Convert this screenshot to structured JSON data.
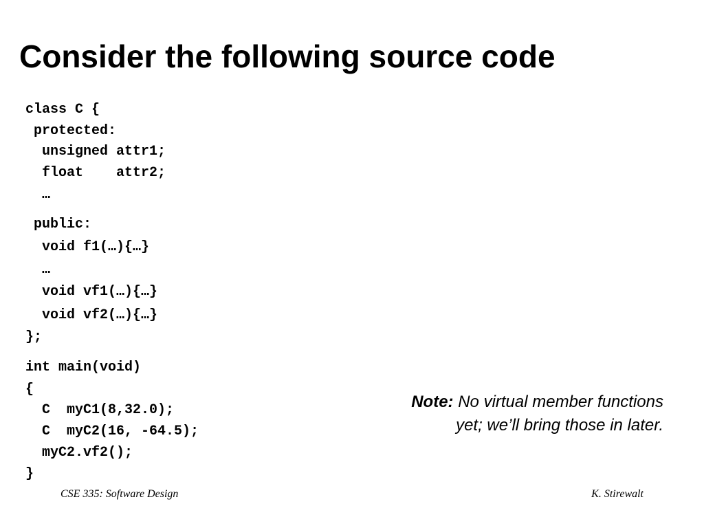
{
  "slide": {
    "title": "Consider the following source code"
  },
  "code": {
    "lines": [
      "class C {",
      " protected:",
      "  unsigned attr1;",
      "  float    attr2;",
      "  …",
      " public:",
      "  void f1(…){…}",
      "  …",
      "  void vf1(…){…}",
      "  void vf2(…){…}",
      "};",
      "int main(void)",
      "{",
      "  C  myC1(8,32.0);",
      "  C  myC2(16, -64.5);",
      "  myC2.vf2();",
      "}"
    ]
  },
  "note": {
    "label": "Note:",
    "text_line1": " No virtual member functions",
    "text_line2": "yet; we’ll bring those in later."
  },
  "footer": {
    "course": "CSE 335: Software Design",
    "author": "K. Stirewalt"
  }
}
